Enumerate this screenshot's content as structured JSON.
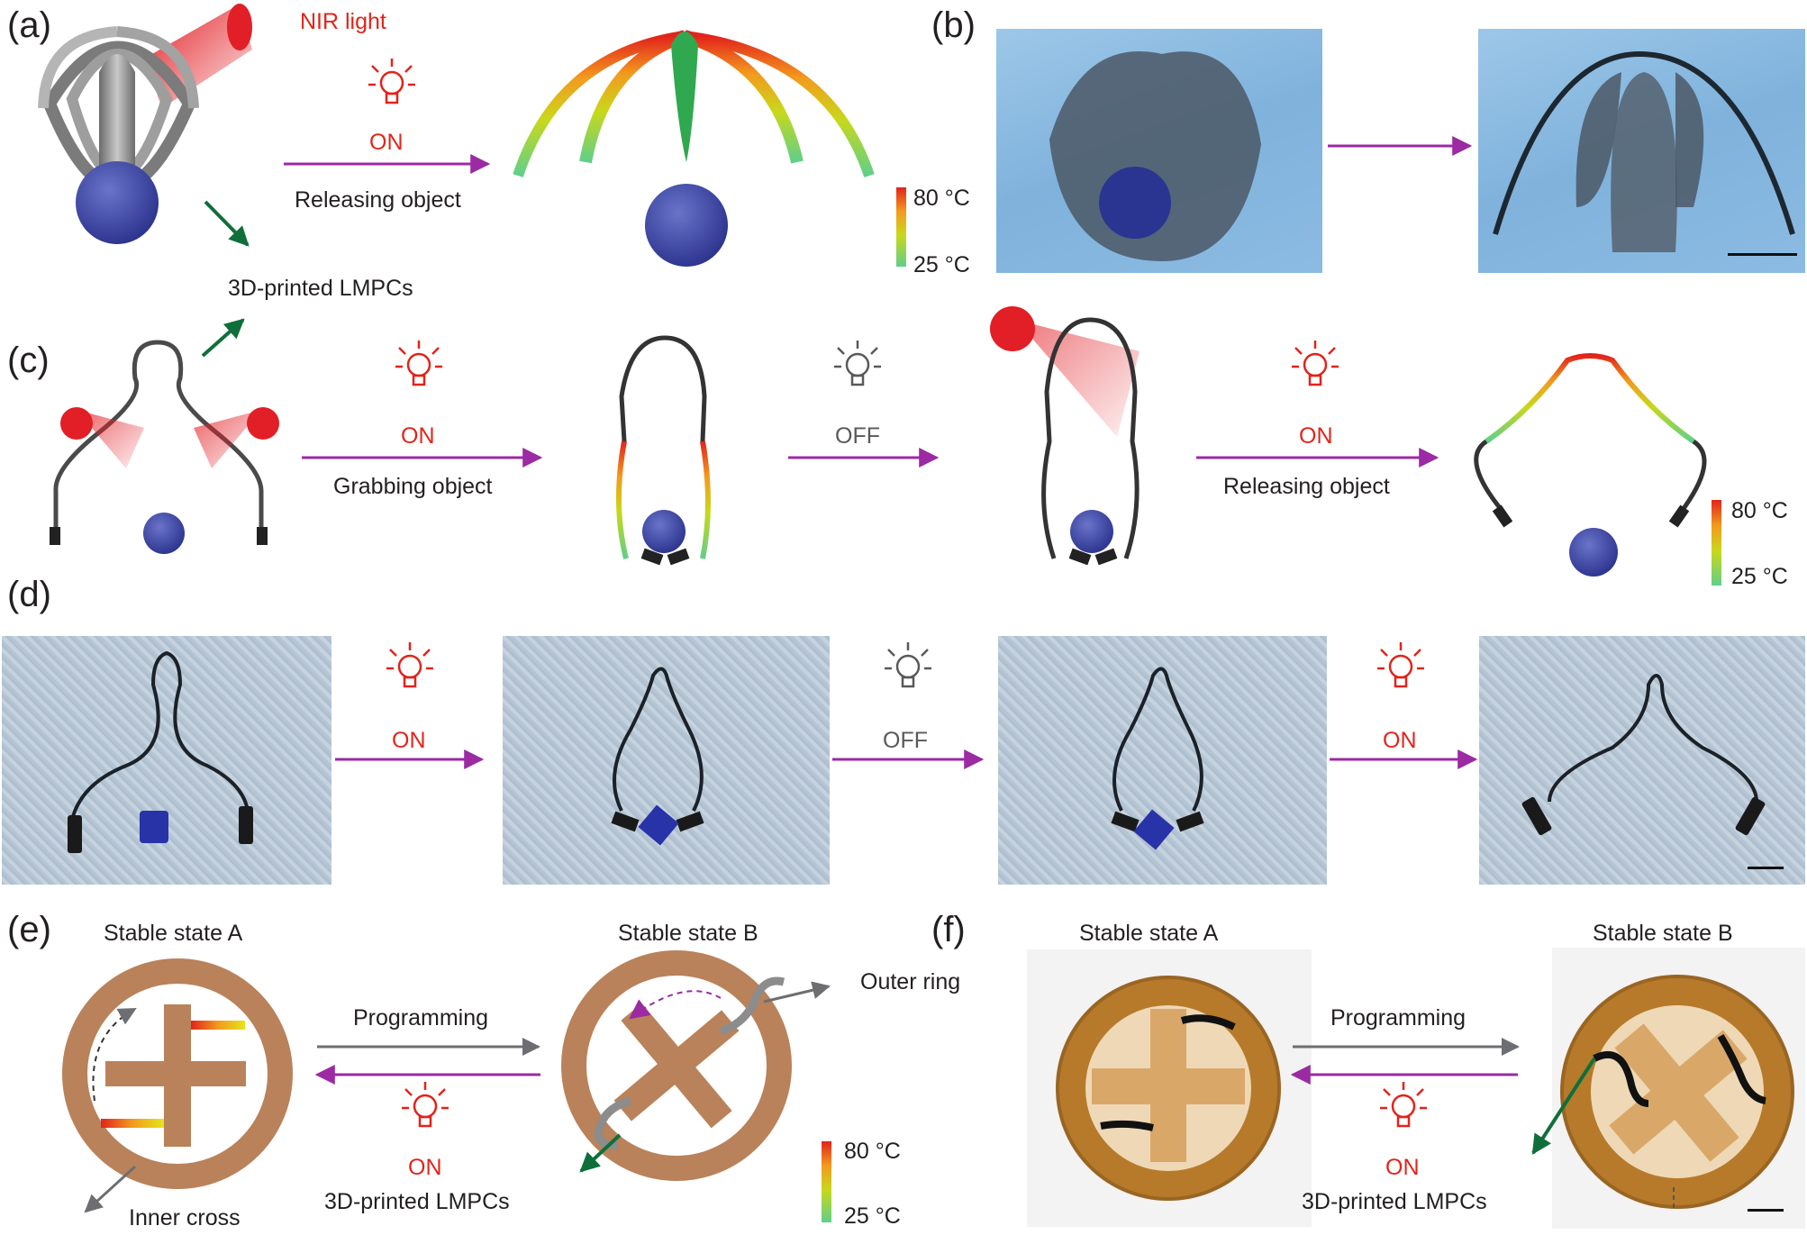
{
  "panels": {
    "a": "(a)",
    "b": "(b)",
    "c": "(c)",
    "d": "(d)",
    "e": "(e)",
    "f": "(f)"
  },
  "a": {
    "nir": "NIR light",
    "on": "ON",
    "action": "Releasing object",
    "printed": "3D-printed LMPCs",
    "cb_high": "80 °C",
    "cb_low": "25 °C"
  },
  "c": {
    "on1": "ON",
    "grab": "Grabbing object",
    "off": "OFF",
    "on2": "ON",
    "release": "Releasing object",
    "cb_high": "80 °C",
    "cb_low": "25 °C"
  },
  "d": {
    "on1": "ON",
    "off": "OFF",
    "on2": "ON"
  },
  "e": {
    "stateA": "Stable state A",
    "stateB": "Stable state B",
    "outer": "Outer ring",
    "inner": "Inner cross",
    "programming": "Programming",
    "on": "ON",
    "printed": "3D-printed LMPCs",
    "cb_high": "80 °C",
    "cb_low": "25 °C"
  },
  "f": {
    "stateA": "Stable state A",
    "stateB": "Stable state B",
    "programming": "Programming",
    "on": "ON",
    "printed": "3D-printed LMPCs"
  },
  "colors": {
    "arrow_purple": "#9b2aa3",
    "arrow_gray": "#6d6e71",
    "arrow_green": "#0f6f3a",
    "text_red": "#e1251b",
    "ball_blue": "#3e49a6",
    "ring_brown": "#b9825a"
  }
}
